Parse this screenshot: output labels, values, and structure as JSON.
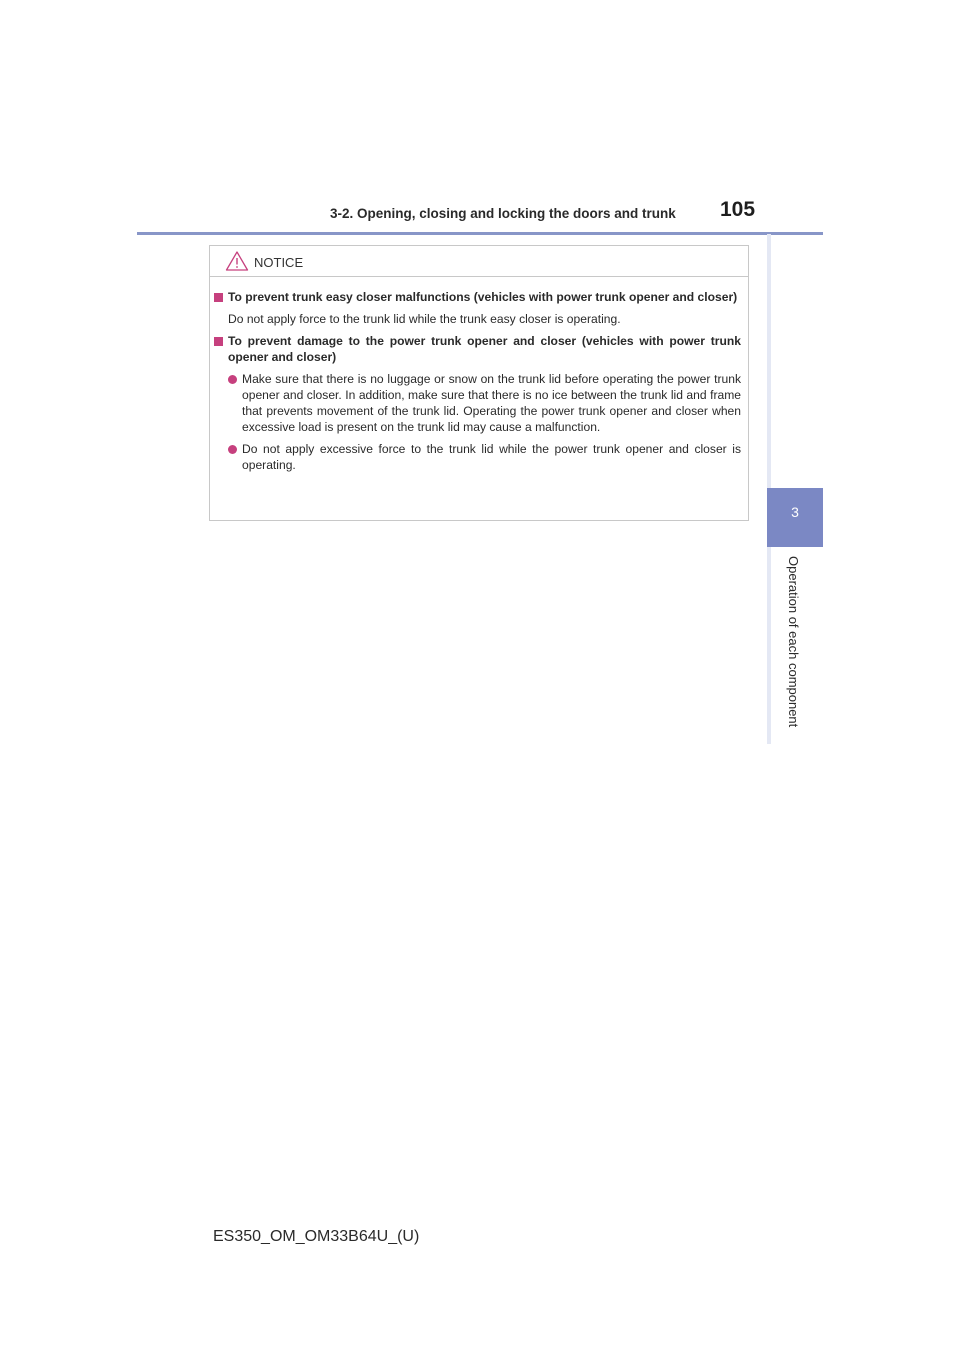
{
  "header": {
    "section_title": "3-2. Opening, closing and locking the doors and trunk",
    "page_number": "105"
  },
  "side_tab": {
    "chapter_number": "3",
    "chapter_title": "Operation of each component"
  },
  "notice": {
    "icon": "warning-triangle-icon",
    "label": "NOTICE",
    "sections": [
      {
        "heading": "To prevent trunk easy closer malfunctions (vehicles with power trunk opener and closer)",
        "text": "Do not apply force to the trunk lid while the trunk easy closer is operating."
      },
      {
        "heading": "To prevent damage to the power trunk opener and closer (vehicles with power trunk opener and closer)",
        "bullets": [
          "Make sure that there is no luggage or snow on the trunk lid before operating the power trunk opener and closer. In addition, make sure that there is no ice between the trunk lid and frame that prevents movement of the trunk lid. Operating the power trunk opener and closer when excessive load is present on the trunk lid may cause a malfunction.",
          "Do not apply excessive force to the trunk lid while the power trunk opener and closer is operating."
        ]
      }
    ]
  },
  "footer": {
    "manual_code": "ES350_OM_OM33B64U_(U)"
  },
  "colors": {
    "accent_blue": "#7b88c4",
    "bullet_magenta": "#c6407e"
  }
}
